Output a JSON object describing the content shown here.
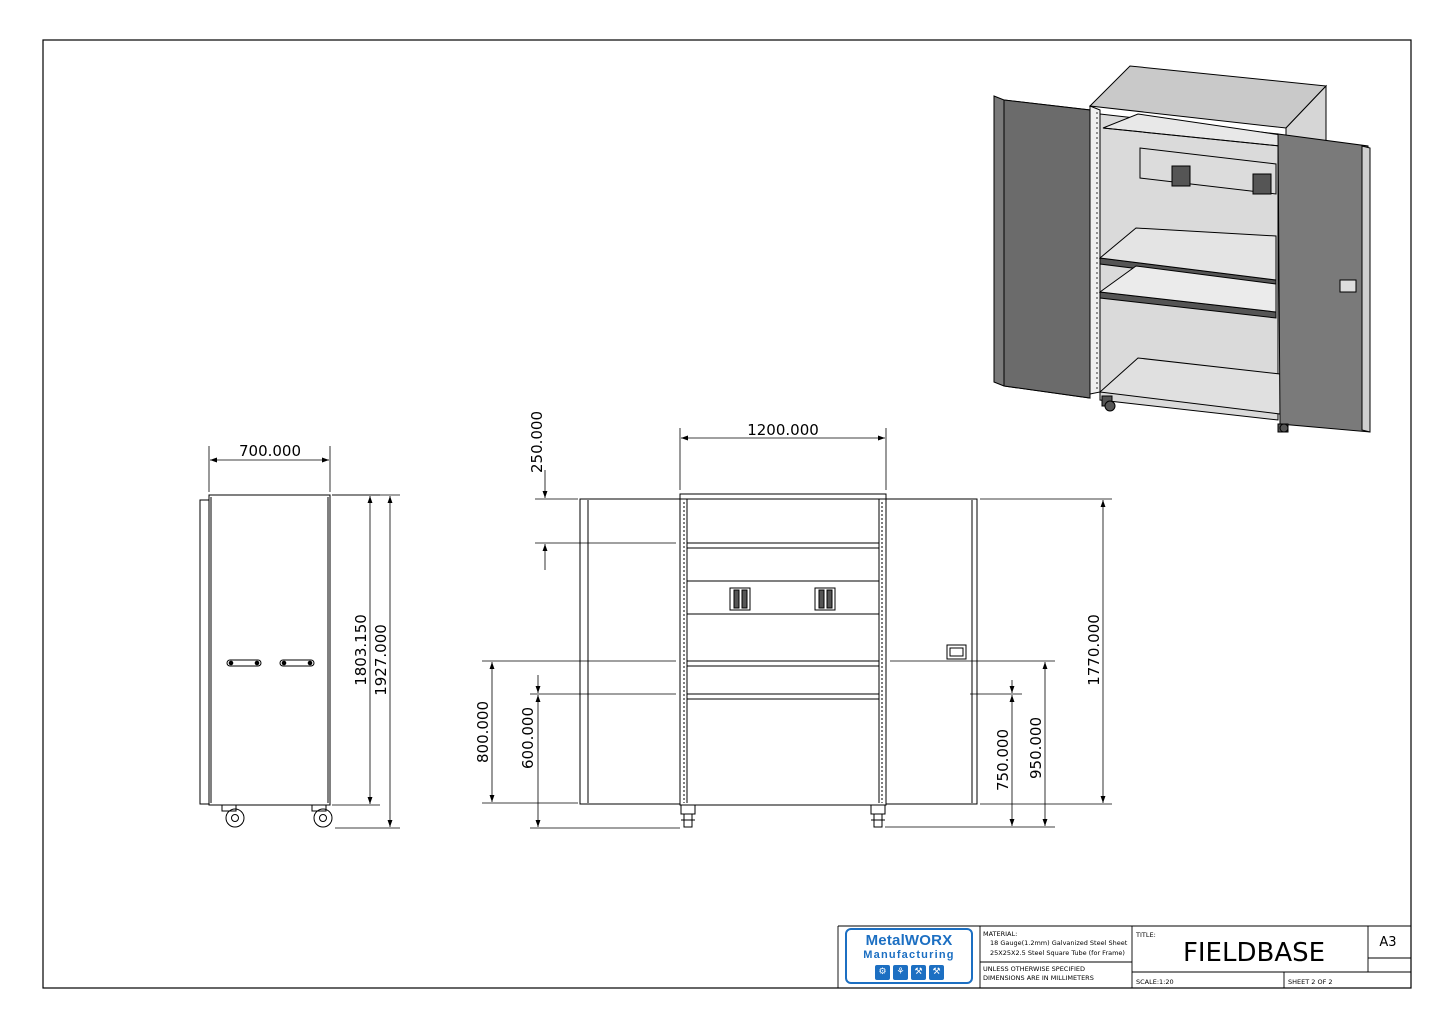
{
  "drawing": {
    "title": "FIELDBASE",
    "sheet_size": "A3",
    "title_label": "TITLE:",
    "scale": "SCALE:1:20",
    "sheet": "SHEET 2 OF 2",
    "material_label": "MATERIAL:",
    "material_lines": [
      "18 Gauge(1.2mm) Galvanized Steel Sheet",
      "25X25X2.5 Steel Square Tube (for Frame)"
    ],
    "note_lines": [
      "UNLESS OTHERWISE SPECIFIED",
      "DIMENSIONS ARE IN MILLIMETERS"
    ]
  },
  "logo": {
    "line1": "MetalWORX",
    "line2": "Manufacturing",
    "icons": [
      "welding-icon",
      "worker-icon",
      "grinding-icon",
      "tools-icon"
    ]
  },
  "dimensions": {
    "side_width": "700.000",
    "side_height_body": "1803.150",
    "side_height_total": "1927.000",
    "front_width": "1200.000",
    "top_shelf_offset": "250.000",
    "door_height": "1770.000",
    "shelf_a_height": "800.000",
    "shelf_b_height": "600.000",
    "handle_height": "950.000",
    "door_handle_height": "750.000"
  }
}
